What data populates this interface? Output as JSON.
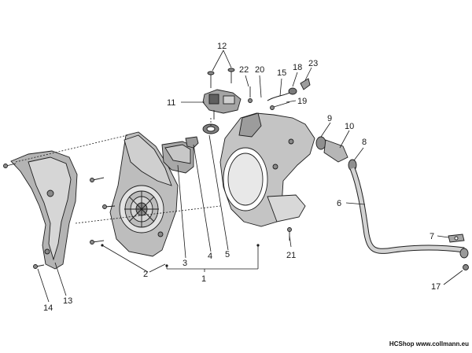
{
  "callouts": {
    "c1": "1",
    "c2": "2",
    "c3": "3",
    "c4": "4",
    "c5": "5",
    "c6": "6",
    "c7": "7",
    "c8": "8",
    "c9": "9",
    "c10": "10",
    "c11": "11",
    "c12": "12",
    "c13": "13",
    "c14": "14",
    "c15": "15",
    "c17": "17",
    "c18": "18",
    "c19": "19",
    "c20": "20",
    "c21": "21",
    "c22": "22",
    "c23": "23"
  },
  "footer": {
    "brand": "HCShop",
    "site": "www.collmann.eu"
  },
  "colors": {
    "outline": "#1e1e1e",
    "light_grey": "#d9d9d9",
    "mid_grey": "#a9a9a9",
    "dark_grey": "#6e6e6e"
  }
}
